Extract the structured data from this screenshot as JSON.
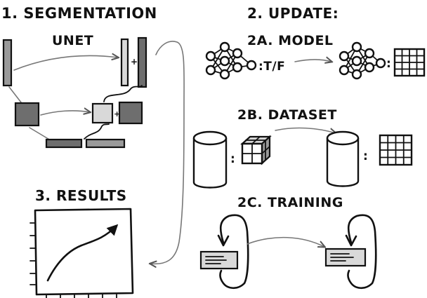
{
  "labels": {
    "segmentation": "1. SEGMENTATION",
    "unet": "UNET",
    "update": "2. UPDATE:",
    "model": "2A. MODEL",
    "tf": ":T/F",
    "dataset": "2B. DATASET",
    "training": "2C. TRAINING",
    "results": "3. RESULTS"
  }
}
